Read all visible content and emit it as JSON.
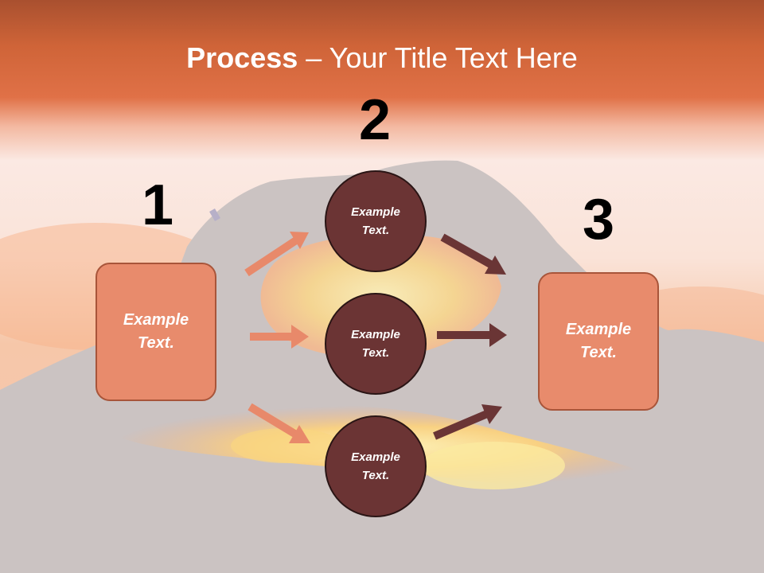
{
  "title": {
    "bold": "Process",
    "rest": " – Your Title Text Here"
  },
  "colors": {
    "box": "#e88b6c",
    "circle": "#6b3434",
    "light_arrow": "#e8896a",
    "dark_arrow": "#6a3535",
    "header": "#d9693f"
  },
  "steps": [
    {
      "number": "1",
      "label": "Example\nText."
    },
    {
      "number": "2",
      "label": "Example\nText."
    },
    {
      "number": "3",
      "label": "Example\nText."
    }
  ],
  "circles": [
    {
      "label": "Example\nText."
    },
    {
      "label": "Example\nText."
    },
    {
      "label": "Example\nText."
    }
  ]
}
